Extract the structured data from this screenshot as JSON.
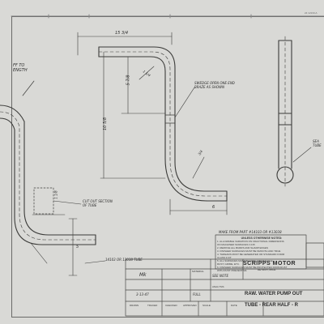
{
  "header": {
    "sheet_ref": "24 12133-A"
  },
  "labels": {
    "cut_to_length": [
      "FF TO",
      "ENGTH"
    ],
    "swedge": [
      "SWEDGE OPEN ONE END",
      "BRAZE AS SHOWN"
    ],
    "cut_out": [
      "CUT OUT SECTION",
      "OF TUBE"
    ],
    "tube_spec": "14103 OR 13038 TUBE",
    "seam": [
      "SEA",
      "TUBE"
    ],
    "make_from": "MAKE FROM PART #14103 OR #13038"
  },
  "dimensions": {
    "top_width": "15 3/4",
    "upper_height": "5 7/8",
    "overall_height": "10 5/8",
    "bottom_width": "6",
    "left_height": "5",
    "radius_top": "1 1/4",
    "radius_bottom": "3/4",
    "left_radius": "1 1/8"
  },
  "notes": {
    "title": "UNLESS OTHERWISE NOTED:",
    "lines": [
      "1. ALLOWABLE VARIATION ON FRACTIONAL DIMENSIONS",
      "   ON MACHINED SURFACES ±.015",
      "2. REMOVE ALL BURRS AND SHARP EDGES",
      "3. FINISHED SURFACES MUST BE SMOOTH AND TRUE",
      "4. THREADS MUST BE GENERATED OR STANDARD FORM",
      "   CLASS 3 FIT",
      "5. ALL SURFACES MUST BE FREE FROM SCALE,",
      "   RUST, GRIME, ETC.",
      "6. FINISHED SURFACES MUST BE PROTECTED FROM RUST",
      "   WITH RUST PREVENTIVE"
    ]
  },
  "title_block": {
    "company": "SCRIPPS MOTOR",
    "company_sub": "DETROIT, MICH.",
    "material_label": "MATERIAL",
    "material_value": "SEE NOTE",
    "analysis_label": "ANALYSIS",
    "drawn_by": "Mk",
    "date": "3-13-47",
    "scale": "FULL",
    "part_title_line1": "RAW. WATER PUMP OUT",
    "part_title_line2": "TUBE - REAR HALF - R",
    "col_drawn": "DRAWN",
    "col_traced": "TRACED",
    "col_checked": "CHECKED",
    "col_approved": "APPROVED",
    "col_scale": "SCALE",
    "col_date": "DATE"
  }
}
